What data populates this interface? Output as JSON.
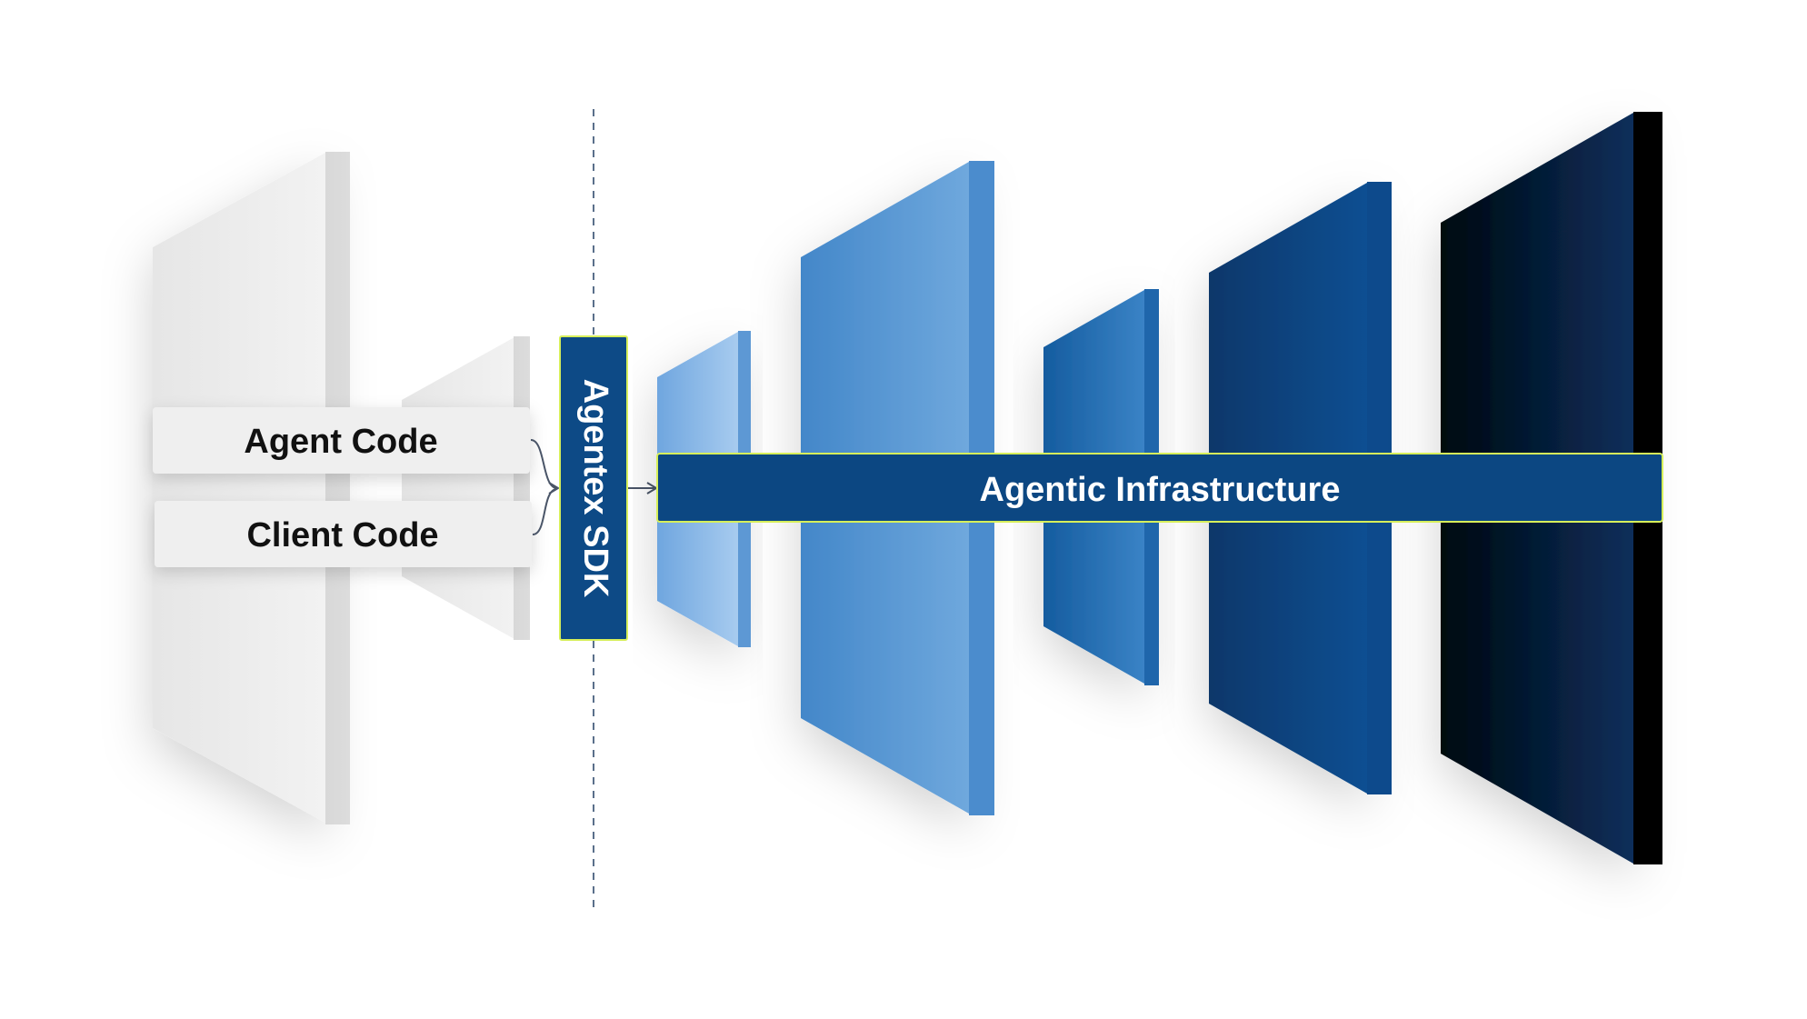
{
  "diagram": {
    "left_boxes": {
      "agent_code": "Agent Code",
      "client_code": "Client Code"
    },
    "sdk": {
      "label": "Agentex SDK"
    },
    "infrastructure": {
      "label": "Agentic Infrastructure"
    },
    "colors": {
      "background": "#ffffff",
      "ghost_panel": "#e9e9e9",
      "sdk_fill": "#0d4a86",
      "highlight_border": "#d7ef5a",
      "infrastructure_fill": "#0c4782",
      "panel_light_blue": "#7fb0e3",
      "panel_mid_blue": "#4f90cf",
      "panel_blue": "#2d70b4",
      "panel_dark_blue": "#0b427b",
      "panel_black": "#020a16",
      "connector": "#4a5568"
    },
    "icons": {
      "dashed_divider": "dashed-vertical-line",
      "arrow": "right-arrow"
    }
  }
}
